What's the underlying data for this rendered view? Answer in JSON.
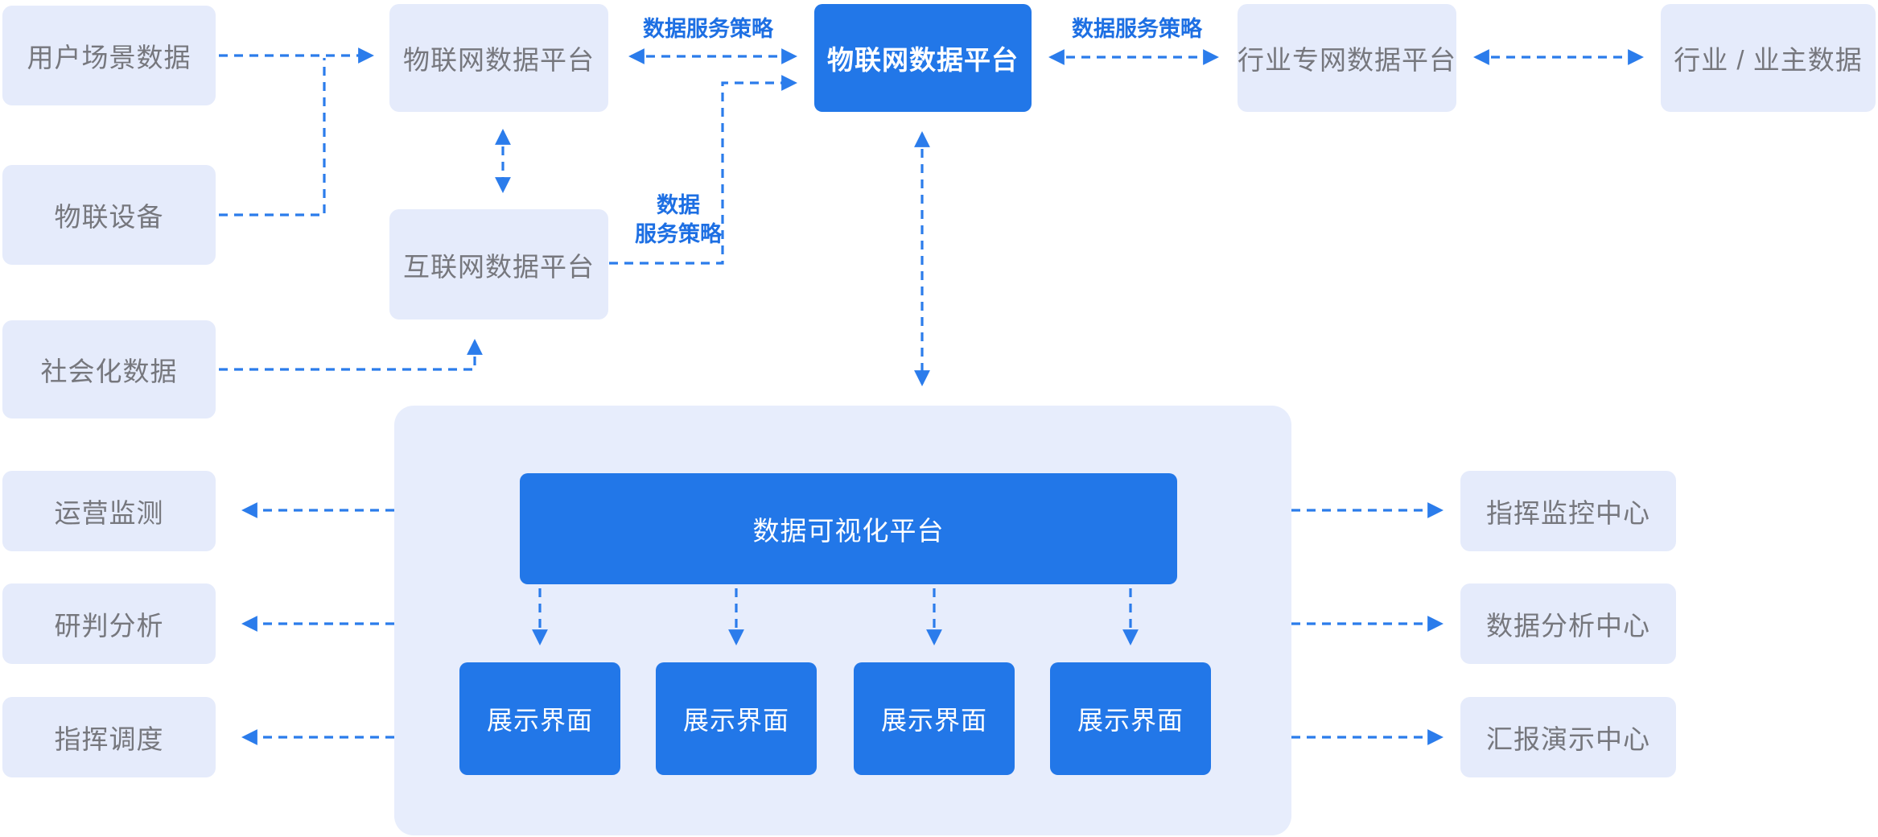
{
  "diagram_title": "IoT data platform architecture diagram",
  "colors": {
    "box_light": "#e5ebfb",
    "panel": "#e7edfc",
    "box_blue": "#2277e8",
    "accent": "#2b7ceb",
    "label_blue": "#1d6fe3",
    "text_gray": "#76777d",
    "text_white": "#ffffff"
  },
  "nodes": {
    "user_scene": {
      "label": "用户场景数据"
    },
    "iot_device": {
      "label": "物联设备"
    },
    "social_data": {
      "label": "社会化数据"
    },
    "op_monitor": {
      "label": "运营监测"
    },
    "analysis": {
      "label": "研判分析"
    },
    "dispatch": {
      "label": "指挥调度"
    },
    "iot_platform_left": {
      "label": "物联网数据平台"
    },
    "iot_platform_main": {
      "label": "物联网数据平台"
    },
    "industry_platform": {
      "label": "行业专网数据平台"
    },
    "industry_owner": {
      "label": "行业 / 业主数据"
    },
    "internet_platform": {
      "label": "互联网数据平台"
    },
    "visual_platform": {
      "label": "数据可视化平台"
    },
    "display_1": {
      "label": "展示界面"
    },
    "display_2": {
      "label": "展示界面"
    },
    "display_3": {
      "label": "展示界面"
    },
    "display_4": {
      "label": "展示界面"
    },
    "command_center": {
      "label": "指挥监控中心"
    },
    "data_center": {
      "label": "数据分析中心"
    },
    "report_center": {
      "label": "汇报演示中心"
    }
  },
  "labels": {
    "policy_left": "数据服务策略",
    "policy_right": "数据服务策略",
    "policy_mid_line1": "数据",
    "policy_mid_line2": "服务策略"
  }
}
